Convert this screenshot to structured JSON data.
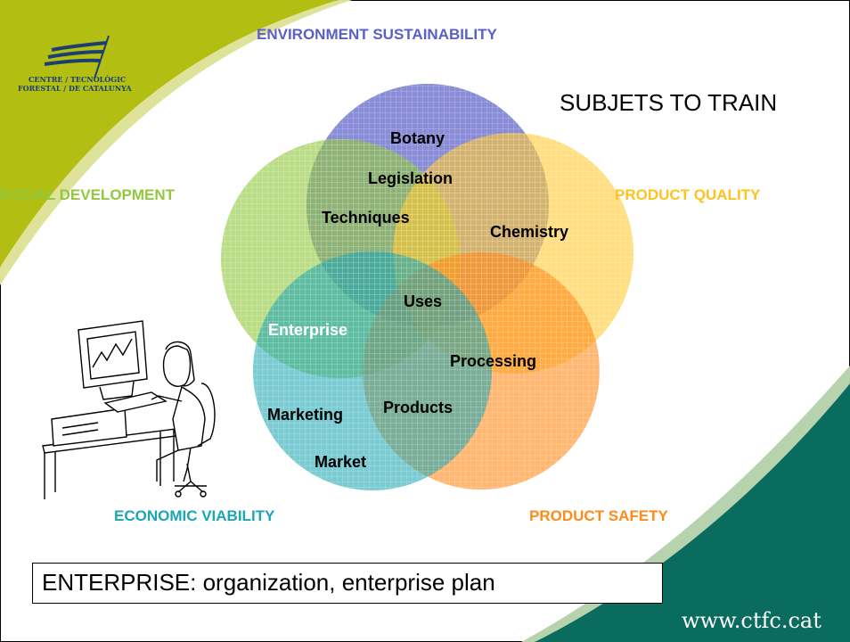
{
  "logo": {
    "line1": "CENTRE / TECNOLÒGIC",
    "line2": "FORESTAL / DE CATALUNYA"
  },
  "heading": "SUBJETS TO TRAIN",
  "pillars": {
    "environment": "ENVIRONMENT SUSTAINABILITY",
    "social": "SOCIAL DEVELOPMENT",
    "quality": "PRODUCT QUALITY",
    "economic": "ECONOMIC VIABILITY",
    "safety": "PRODUCT SAFETY"
  },
  "subjects": {
    "botany": "Botany",
    "legislation": "Legislation",
    "techniques": "Techniques",
    "chemistry": "Chemistry",
    "uses": "Uses",
    "enterprise": "Enterprise",
    "processing": "Processing",
    "marketing": "Marketing",
    "products": "Products",
    "market": "Market"
  },
  "footer": "ENTERPRISE: organization, enterprise plan",
  "website": "www.ctfc.cat",
  "colors": {
    "environment": "#5b5fc7",
    "social": "#92c83e",
    "quality": "#ffcc33",
    "economic": "#1ba6b4",
    "safety": "#ff8a1c",
    "corner_green": "#b3be13",
    "corner_teal": "#0a6b5f"
  }
}
